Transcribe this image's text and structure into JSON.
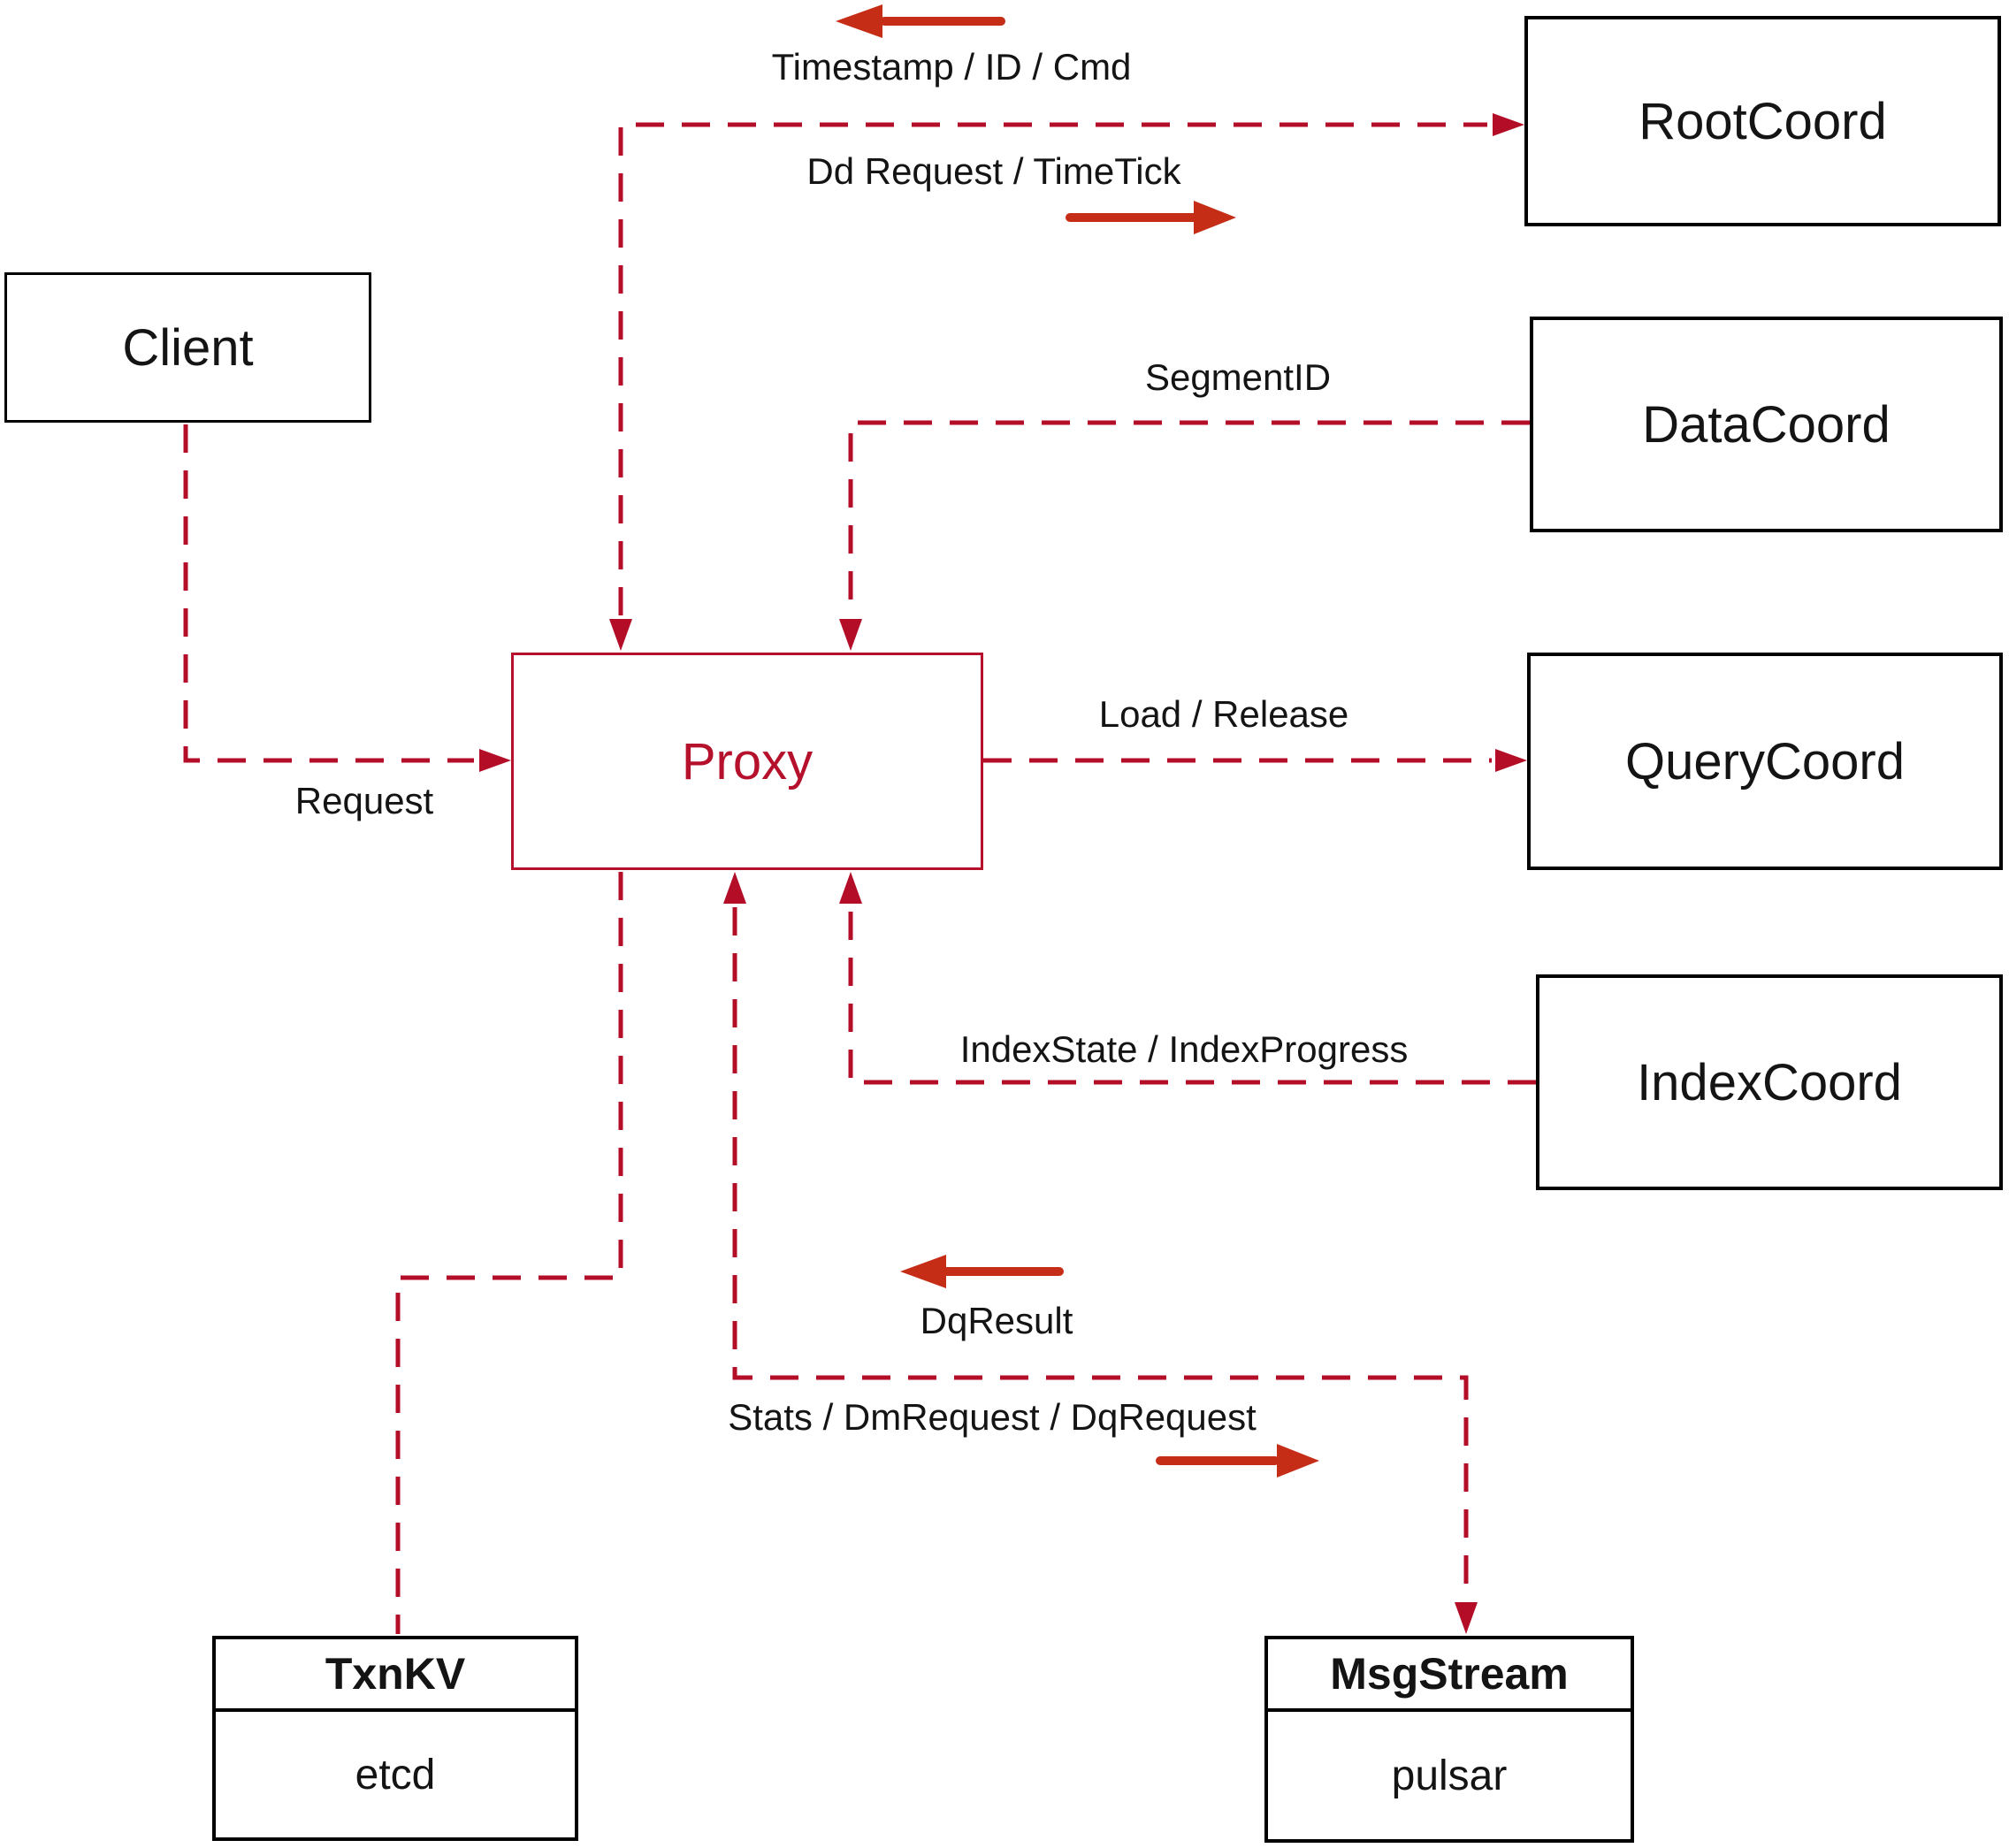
{
  "diagram": {
    "nodes": {
      "client": {
        "label": "Client"
      },
      "proxy": {
        "label": "Proxy"
      },
      "rootcoord": {
        "label": "RootCoord"
      },
      "datacoord": {
        "label": "DataCoord"
      },
      "querycoord": {
        "label": "QueryCoord"
      },
      "indexcoord": {
        "label": "IndexCoord"
      },
      "txnkv": {
        "title": "TxnKV",
        "subtitle": "etcd"
      },
      "msgstream": {
        "title": "MsgStream",
        "subtitle": "pulsar"
      }
    },
    "edges": {
      "rootcoord_to_proxy": {
        "label": "Timestamp / ID / Cmd",
        "direction": "left"
      },
      "proxy_to_rootcoord": {
        "label": "Dd Request / TimeTick",
        "direction": "right"
      },
      "datacoord_to_proxy": {
        "label": "SegmentID",
        "direction": "into-proxy"
      },
      "proxy_to_querycoord": {
        "label": "Load / Release",
        "direction": "into-querycoord"
      },
      "indexcoord_to_proxy": {
        "label": "IndexState / IndexProgress",
        "direction": "into-proxy"
      },
      "msgstream_to_proxy": {
        "label": "DqResult",
        "direction": "left"
      },
      "proxy_to_msgstream": {
        "label": "Stats / DmRequest / DqRequest",
        "direction": "right"
      },
      "client_to_proxy": {
        "label": "Request",
        "direction": "into-proxy"
      },
      "proxy_to_txnkv": {
        "label": "",
        "direction": "none"
      }
    },
    "colors": {
      "background": "#ffffff",
      "node_border": "#000000",
      "text": "#141414",
      "dashed_line": "#b30d28",
      "solid_arrow": "#c62d17",
      "proxy_accent": "#b5112c"
    }
  }
}
